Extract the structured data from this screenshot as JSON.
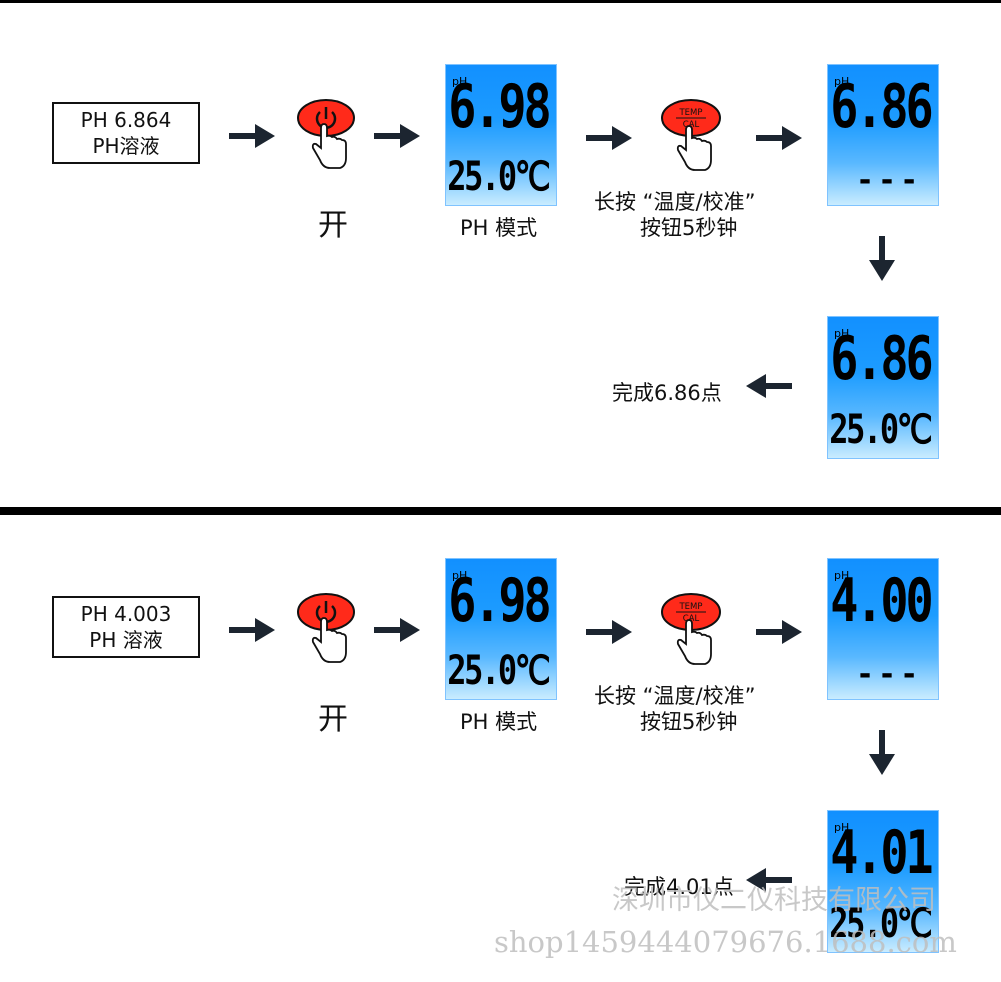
{
  "sections": [
    {
      "solution_label_line1": "PH 6.864",
      "solution_label_line2": "PH溶液",
      "power_caption": "开",
      "mode_display": {
        "ph_tag": "pH",
        "main": "6.98",
        "sub": "25.0℃"
      },
      "mode_caption": "PH 模式",
      "cal_button_top": "TEMP",
      "cal_button_bottom": "CAL",
      "press_caption_line1": "长按 “温度/校准”",
      "press_caption_line2": "按钮5秒钟",
      "cal_display": {
        "ph_tag": "pH",
        "main": "6.86",
        "dashes": "---"
      },
      "done_display": {
        "ph_tag": "pH",
        "main": "6.86",
        "sub": "25.0℃"
      },
      "done_caption": "完成6.86点"
    },
    {
      "solution_label_line1": "PH 4.003",
      "solution_label_line2": "PH 溶液",
      "power_caption": "开",
      "mode_display": {
        "ph_tag": "pH",
        "main": "6.98",
        "sub": "25.0℃"
      },
      "mode_caption": "PH 模式",
      "cal_button_top": "TEMP",
      "cal_button_bottom": "CAL",
      "press_caption_line1": "长按 “温度/校准”",
      "press_caption_line2": "按钮5秒钟",
      "cal_display": {
        "ph_tag": "pH",
        "main": "4.00",
        "dashes": "---"
      },
      "done_display": {
        "ph_tag": "pH",
        "main": "4.01",
        "sub": "25.0℃"
      },
      "done_caption": "完成4.01点"
    }
  ],
  "watermark": {
    "company": "深圳市仪二仪科技有限公司",
    "shop": "shop1459444079676.1688.com"
  },
  "colors": {
    "lcd_blue": "#1d9cff",
    "button_red": "#ff2a1a",
    "arrow": "#1c2530"
  }
}
